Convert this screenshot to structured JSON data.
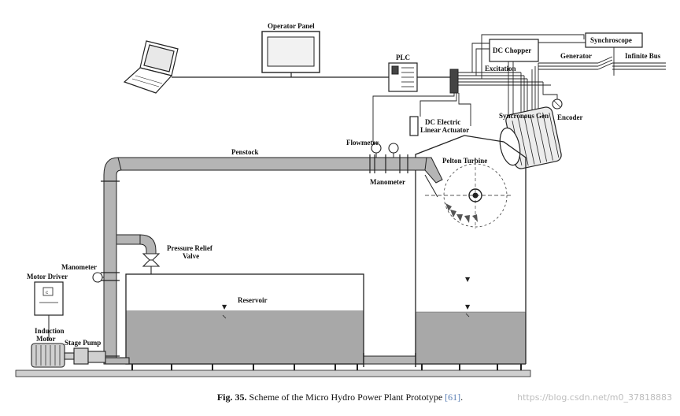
{
  "labels": {
    "operator_panel": "Operator Panel",
    "plc": "PLC",
    "dc_chopper": "DC Chopper",
    "synchroscope": "Synchroscope",
    "generator": "Generator",
    "infinite_bus": "Infinite Bus",
    "excitation": "Excitation",
    "encoder": "Encoder",
    "synchronous_gen": "Syncronous Gen",
    "dc_actuator_line1": "DC Electric",
    "dc_actuator_line2": "Linear Actuator",
    "flowmeter": "Flowmeter",
    "pelton_turbine": "Pelton Turbine",
    "penstock": "Penstock",
    "manometer_top": "Manometer",
    "pressure_relief_line1": "Pressure Relief",
    "pressure_relief_line2": "Valve",
    "manometer_left": "Manometer",
    "motor_driver": "Motor Driver",
    "reservoir": "Reservoir",
    "induction_line1": "Induction",
    "induction_line2": "Motor",
    "stage_pump": "Stage Pump"
  },
  "caption": {
    "figure_label": "Fig. 35.",
    "text": "Scheme of the Micro Hydro Power Plant Prototype",
    "ref": "[61]",
    "end": "."
  },
  "watermark": "https://blog.csdn.net/m0_37818883",
  "colors": {
    "water": "#a8a8a8",
    "pipe": "#b5b5b5",
    "line": "#222222"
  }
}
